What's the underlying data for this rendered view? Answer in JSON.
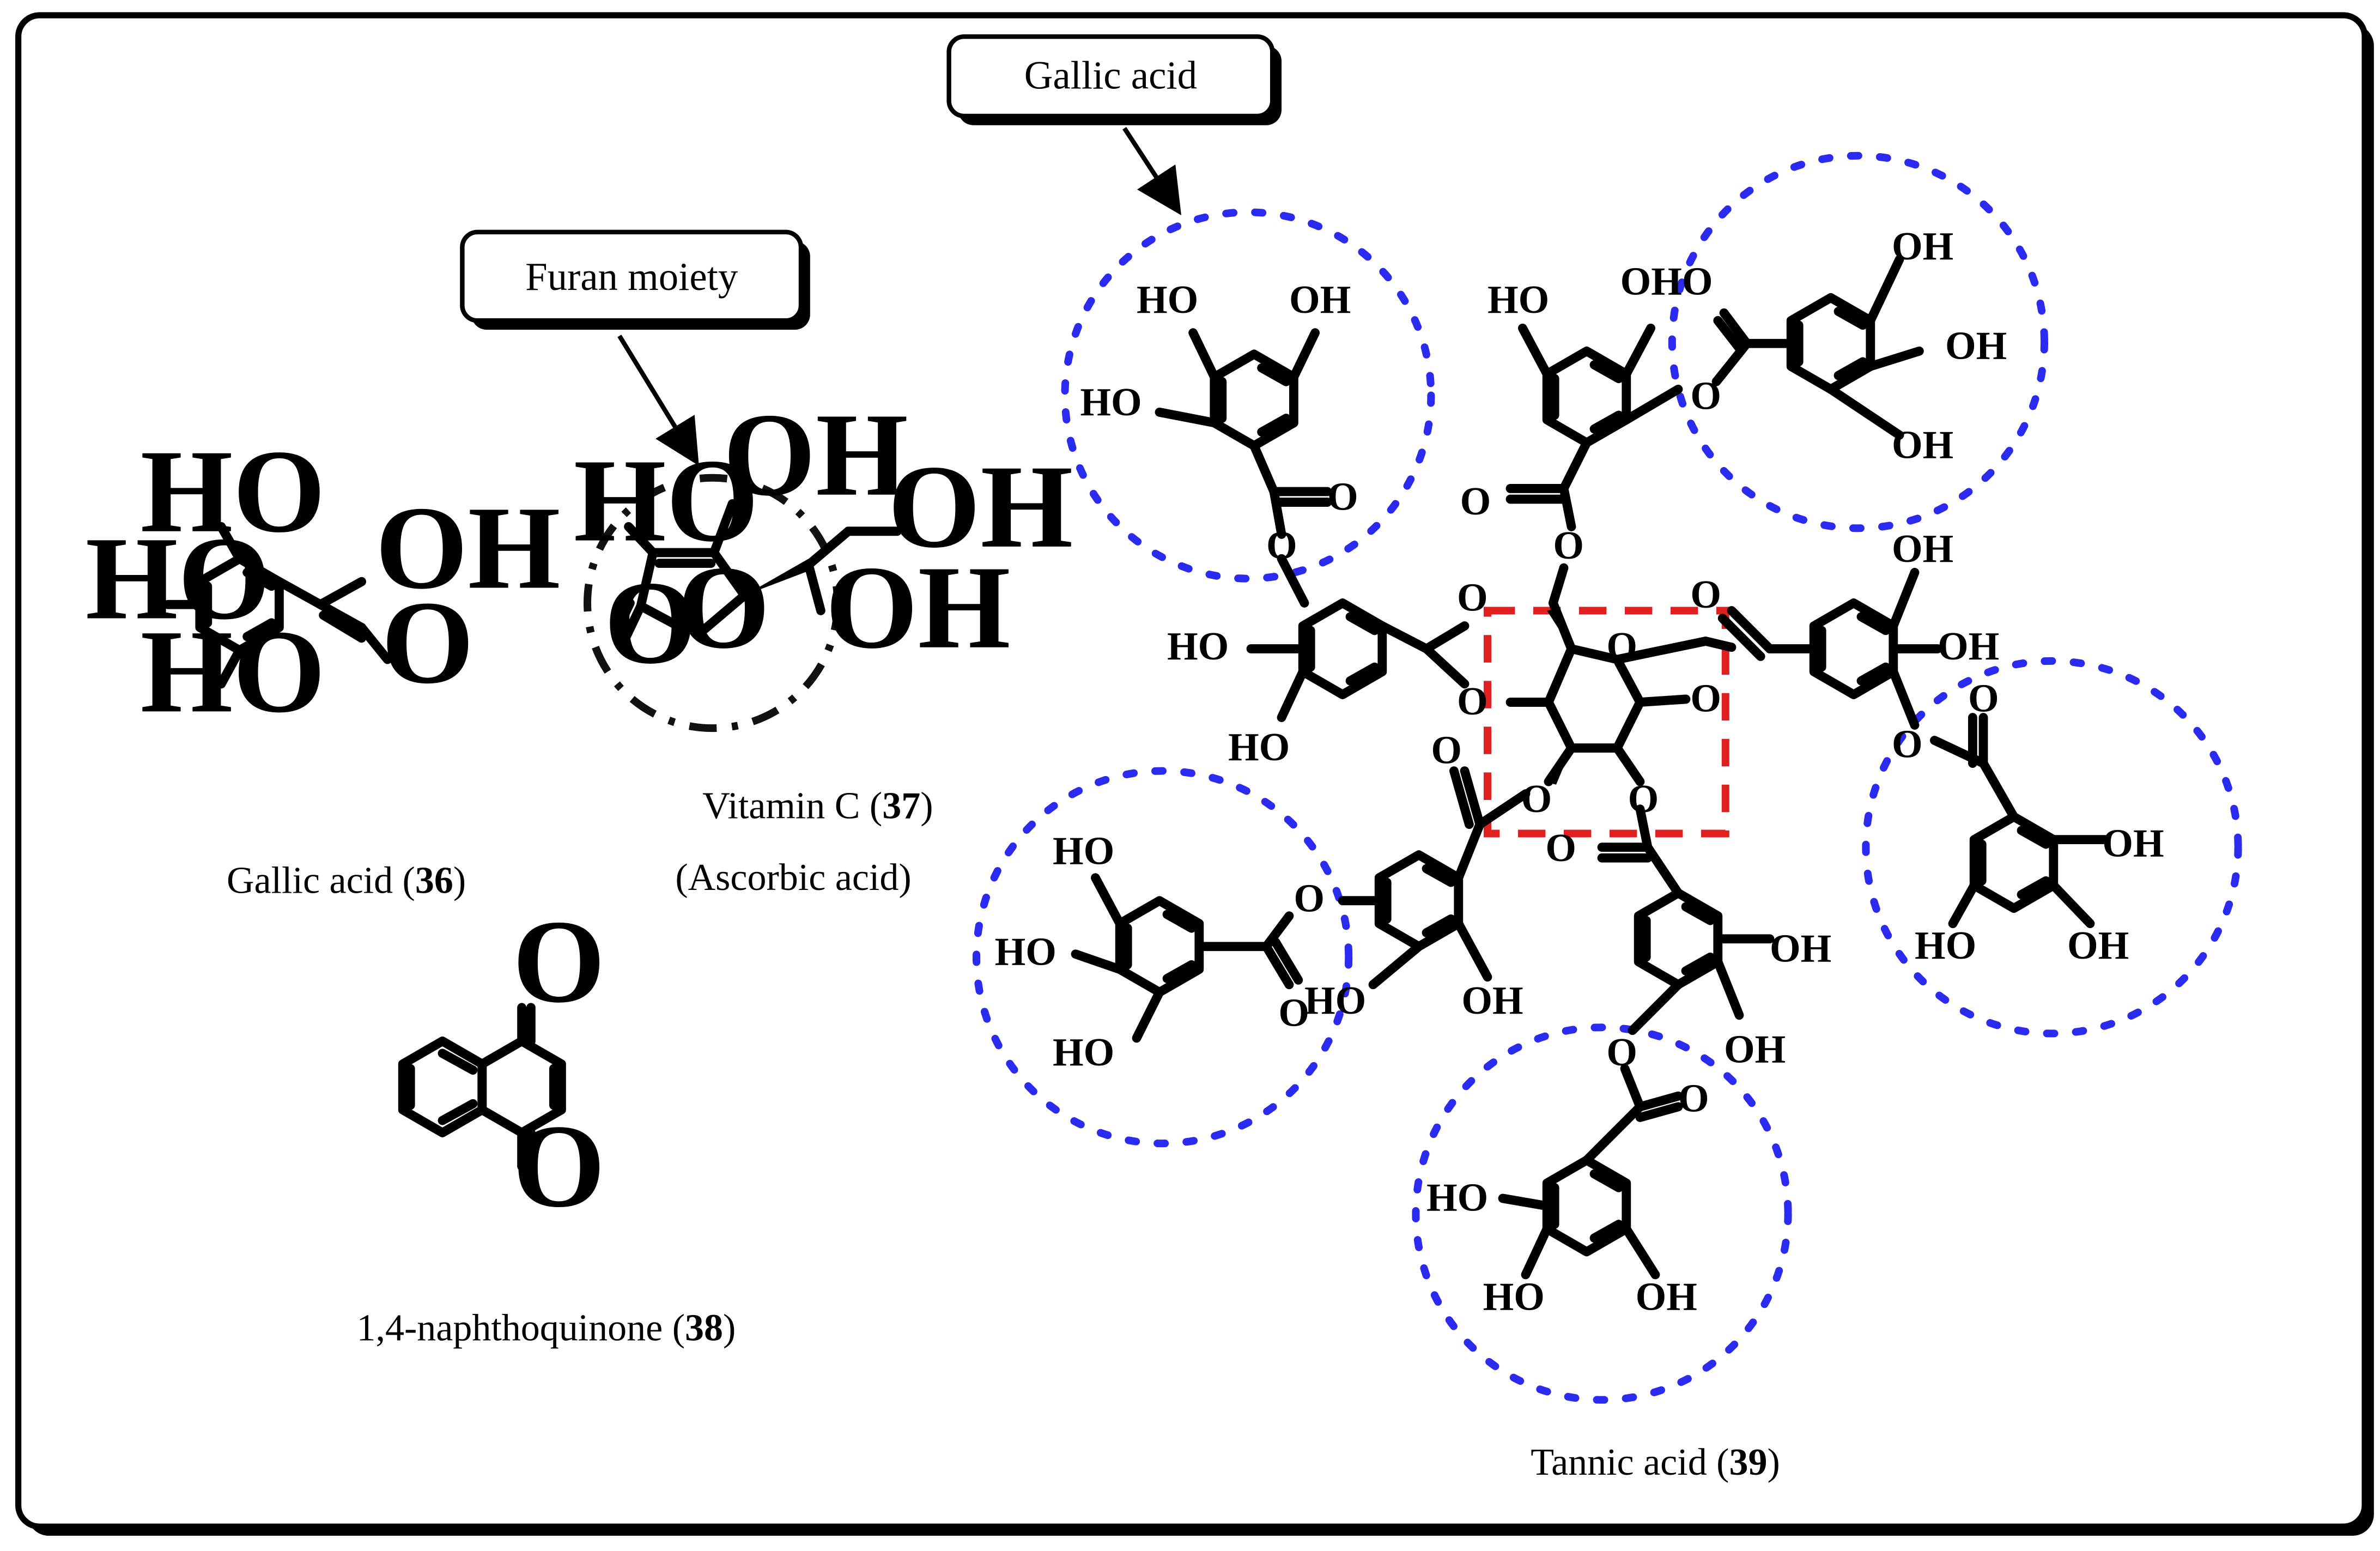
{
  "callouts": {
    "gallic_acid": "Gallic acid",
    "furan_moiety": "Furan moiety"
  },
  "compounds": {
    "gallic_acid": {
      "name": "Gallic acid (",
      "number": "36",
      "close": ")"
    },
    "vitamin_c": {
      "name": "Vitamin C (",
      "number": "37",
      "close": ")",
      "alt_name": "(Ascorbic acid)"
    },
    "naphthoquinone": {
      "name": "1,4-naphthoquinone (",
      "number": "38",
      "close": ")"
    },
    "tannic_acid": {
      "name": "Tannic acid (",
      "number": "39",
      "close": ")"
    }
  },
  "atoms": {
    "oh": "OH",
    "ho": "HO",
    "o": "O",
    "oho": "OHO"
  },
  "colors": {
    "gallic_highlight": "#2a2af0",
    "glucose_highlight": "#e02020",
    "furan_highlight": "#111111",
    "frame": "#000000"
  }
}
